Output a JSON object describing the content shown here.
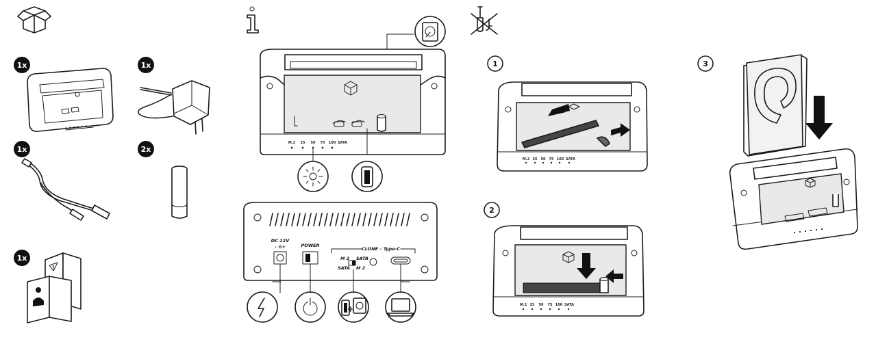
{
  "quantities": {
    "dock": "1x",
    "adapter": "1x",
    "cable": "1x",
    "feet": "2x",
    "manual": "1x"
  },
  "steps": {
    "one": "1",
    "two": "2",
    "three": "3"
  },
  "front_panel": {
    "leds": [
      "M.2",
      "25",
      "50",
      "75",
      "100",
      "SATA"
    ]
  },
  "rear_panel": {
    "dc_label": "DC 12V",
    "polarity": "– ⊖+",
    "power_label": "POWER",
    "clone_label": "CLONE – Type-C",
    "switch_left_top": "M 2",
    "switch_right_top": "SATA",
    "switch_left_bottom": "SATA",
    "switch_right_bottom": "M 2"
  },
  "colors": {
    "ink": "#1a1a1a",
    "badge": "#111111"
  },
  "icons": [
    "package-icon",
    "info-icon",
    "no-tools-icon",
    "hdd-icon",
    "led-light-icon",
    "battery-icon",
    "lightning-icon",
    "power-icon",
    "clone-icon",
    "laptop-icon"
  ]
}
